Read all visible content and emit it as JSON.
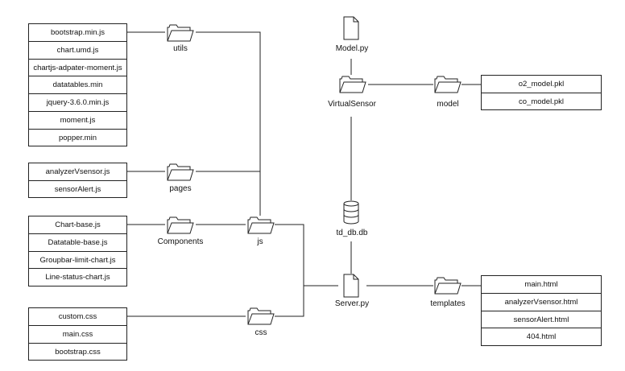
{
  "folders": {
    "utils": "utils",
    "pages": "pages",
    "components": "Components",
    "js": "js",
    "css": "css",
    "virtual_sensor": "VirtualSensor",
    "model": "model",
    "templates": "templates"
  },
  "files": {
    "model_py": "Model.py",
    "server_py": "Server.py",
    "db": "td_db.db"
  },
  "lists": {
    "utils": [
      "bootstrap.min.js",
      "chart.umd.js",
      "chartjs-adpater-moment.js",
      "datatables.min",
      "jquery-3.6.0.min.js",
      "moment.js",
      "popper.min"
    ],
    "pages": [
      "analyzerVsensor.js",
      "sensorAlert.js"
    ],
    "components": [
      "Chart-base.js",
      "Datatable-base.js",
      "Groupbar-limit-chart.js",
      "Line-status-chart.js"
    ],
    "css": [
      "custom.css",
      "main.css",
      "bootstrap.css"
    ],
    "model": [
      "o2_model.pkl",
      "co_model.pkl"
    ],
    "templates": [
      "main.html",
      "analyzerVsensor.html",
      "sensorAlert.html",
      "404.html"
    ]
  },
  "icons": {
    "folder": "folder-icon",
    "file": "file-icon",
    "database": "database-icon"
  }
}
